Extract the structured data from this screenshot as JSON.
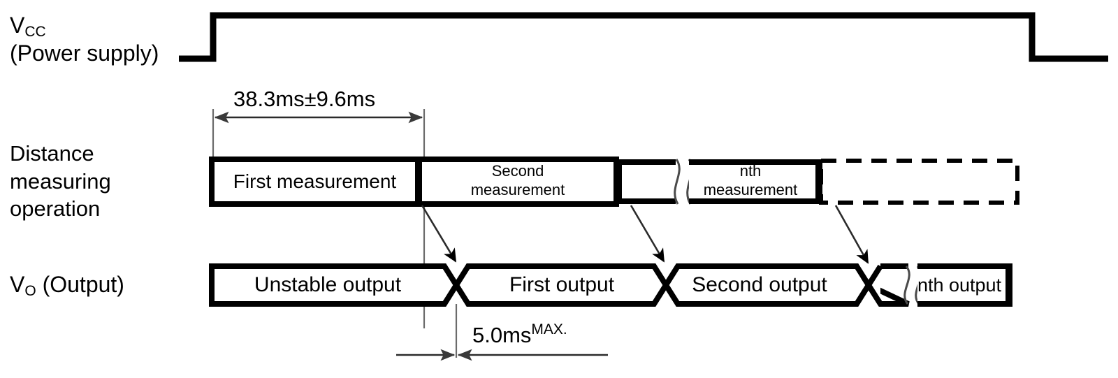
{
  "diagram": {
    "title": "Distance measuring sensor timing chart",
    "colors": {
      "stroke": "#000000",
      "thin": "#595959",
      "background": "#ffffff"
    },
    "rows": {
      "vcc": {
        "label_line1_main": "V",
        "label_line1_sub": "CC",
        "label_line2": "(Power supply)",
        "waveform": "low-high-low pulse"
      },
      "measuring": {
        "label": "Distance\nmeasuring\noperation",
        "blocks": [
          {
            "name": "first-measurement",
            "text": "First measurement",
            "style": "solid"
          },
          {
            "name": "second-measurement",
            "text": "Second\nmeasurement",
            "style": "solid"
          },
          {
            "name": "nth-measurement",
            "text": "nth\nmeasurement",
            "style": "solid"
          },
          {
            "name": "future-measurement",
            "text": "",
            "style": "dashed"
          }
        ]
      },
      "output": {
        "label_main": "V",
        "label_sub": "O",
        "label_rest": " (Output)",
        "blocks": [
          {
            "name": "unstable-output",
            "text": "Unstable output"
          },
          {
            "name": "first-output",
            "text": "First output"
          },
          {
            "name": "second-output",
            "text": "Second output"
          },
          {
            "name": "nth-output",
            "text": "nth output"
          }
        ]
      }
    },
    "dimensions": {
      "top": {
        "name": "measurement-period",
        "value": "38.3ms±9.6ms"
      },
      "bottom": {
        "name": "output-delay",
        "value": "5.0ms",
        "superscript": "MAX."
      }
    },
    "annotations": {
      "arrows": [
        {
          "name": "first-measurement-to-first-output"
        },
        {
          "name": "second-measurement-to-second-output"
        },
        {
          "name": "nth-measurement-to-nth-output"
        }
      ],
      "break_marks": [
        {
          "name": "measuring-row-break"
        },
        {
          "name": "output-row-break"
        }
      ]
    }
  },
  "chart_data": {
    "type": "table",
    "title": "Distance measuring sensor timing chart",
    "series": [
      {
        "name": "Vcc (Power supply)",
        "values": [
          "low",
          "high",
          "low"
        ]
      },
      {
        "name": "Distance measuring operation",
        "values": [
          "First measurement",
          "Second measurement",
          "nth measurement"
        ]
      },
      {
        "name": "Vo (Output)",
        "values": [
          "Unstable output",
          "First output",
          "Second output",
          "nth output"
        ]
      }
    ],
    "annotations": [
      "38.3ms±9.6ms",
      "5.0ms MAX."
    ]
  }
}
